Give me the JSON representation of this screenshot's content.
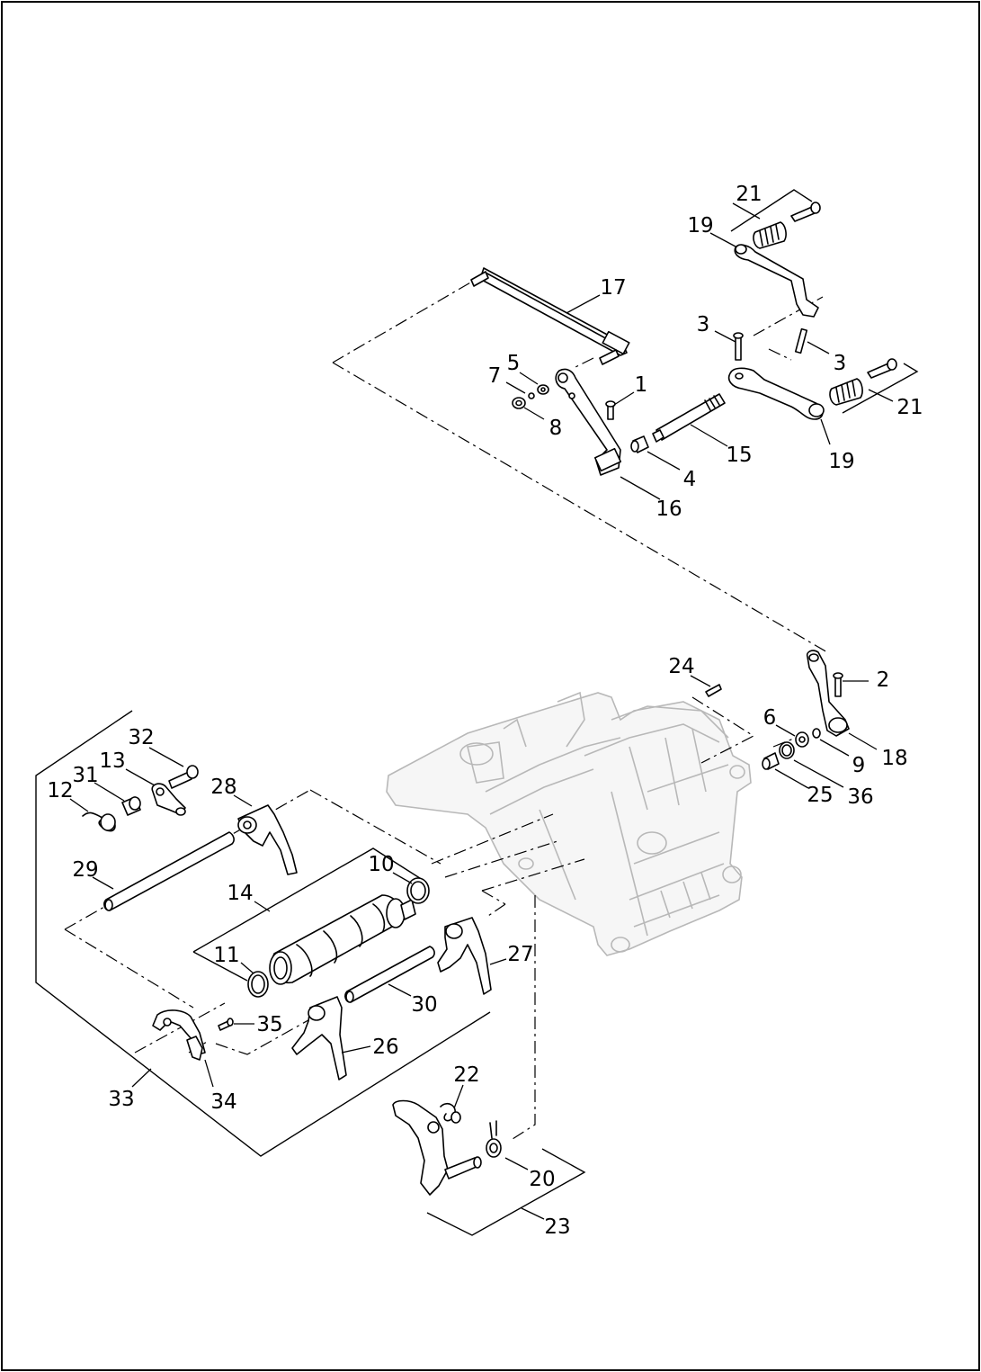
{
  "diagram": {
    "callouts": [
      {
        "id": "c1",
        "label": "1"
      },
      {
        "id": "c2",
        "label": "2"
      },
      {
        "id": "c3a",
        "label": "3"
      },
      {
        "id": "c3b",
        "label": "3"
      },
      {
        "id": "c4",
        "label": "4"
      },
      {
        "id": "c5",
        "label": "5"
      },
      {
        "id": "c6",
        "label": "6"
      },
      {
        "id": "c7",
        "label": "7"
      },
      {
        "id": "c8",
        "label": "8"
      },
      {
        "id": "c9",
        "label": "9"
      },
      {
        "id": "c10",
        "label": "10"
      },
      {
        "id": "c11",
        "label": "11"
      },
      {
        "id": "c12",
        "label": "12"
      },
      {
        "id": "c13",
        "label": "13"
      },
      {
        "id": "c14",
        "label": "14"
      },
      {
        "id": "c15",
        "label": "15"
      },
      {
        "id": "c16",
        "label": "16"
      },
      {
        "id": "c17",
        "label": "17"
      },
      {
        "id": "c18",
        "label": "18"
      },
      {
        "id": "c19a",
        "label": "19"
      },
      {
        "id": "c19b",
        "label": "19"
      },
      {
        "id": "c20",
        "label": "20"
      },
      {
        "id": "c21a",
        "label": "21"
      },
      {
        "id": "c21b",
        "label": "21"
      },
      {
        "id": "c22",
        "label": "22"
      },
      {
        "id": "c23",
        "label": "23"
      },
      {
        "id": "c24",
        "label": "24"
      },
      {
        "id": "c25",
        "label": "25"
      },
      {
        "id": "c26",
        "label": "26"
      },
      {
        "id": "c27",
        "label": "27"
      },
      {
        "id": "c28",
        "label": "28"
      },
      {
        "id": "c29",
        "label": "29"
      },
      {
        "id": "c30",
        "label": "30"
      },
      {
        "id": "c31",
        "label": "31"
      },
      {
        "id": "c32",
        "label": "32"
      },
      {
        "id": "c33",
        "label": "33"
      },
      {
        "id": "c34",
        "label": "34"
      },
      {
        "id": "c35",
        "label": "35"
      },
      {
        "id": "c36",
        "label": "36"
      }
    ]
  }
}
